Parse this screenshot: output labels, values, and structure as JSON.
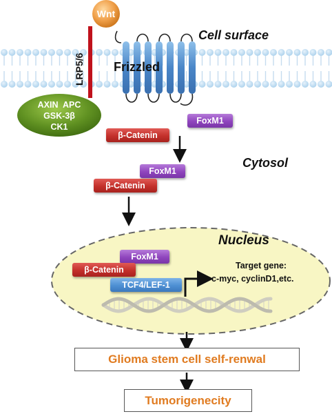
{
  "labels": {
    "wnt": "Wnt",
    "lrp": "LRP5/6",
    "frizzled": "Frizzled",
    "cell_surface": "Cell surface",
    "cytosol": "Cytosol",
    "nucleus": "Nucleus",
    "complex_line1": "AXIN  APC",
    "complex_line2": "GSK-3β",
    "complex_line3": "CK1",
    "target_line1": "Target gene:",
    "target_line2": "c-myc, cyclinD1,etc."
  },
  "proteins": {
    "foxm1": "FoxM1",
    "beta_catenin": "β-Catenin",
    "tcf4": "TCF4/LEF-1"
  },
  "outcomes": {
    "self_renewal": "Glioma stem cell self-renwal",
    "tumorigenecity": "Tumorigenecity"
  },
  "colors": {
    "wnt": "#f0a04a",
    "lrp": "#c0121c",
    "frizzled": "#4a86c8",
    "complex": "#5a8a1a",
    "beta_catenin": "#c3302b",
    "foxm1": "#8f45bd",
    "tcf4": "#4d8fd3",
    "nucleus_fill": "#f8f6c4",
    "outcome_text": "#e07b20"
  }
}
